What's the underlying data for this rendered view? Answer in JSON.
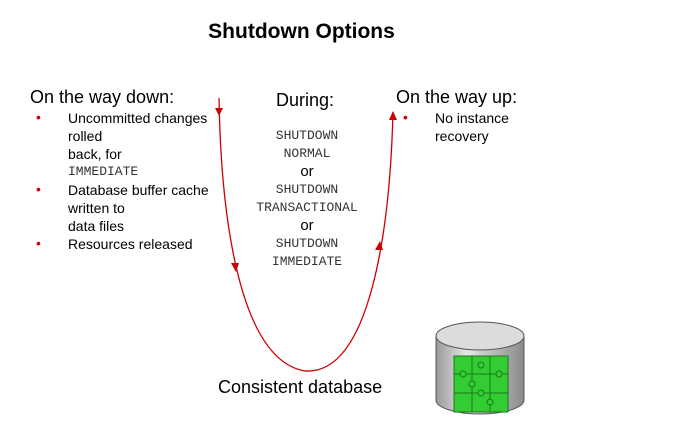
{
  "title": "Shutdown Options",
  "left": {
    "heading": "On the way down:",
    "items": [
      {
        "lines": [
          "Uncommitted changes",
          "rolled",
          "back, for"
        ],
        "mono": "IMMEDIATE"
      },
      {
        "lines": [
          "Database buffer cache",
          "written to",
          "data files"
        ],
        "mono": ""
      },
      {
        "lines": [
          "Resources released"
        ],
        "mono": ""
      }
    ]
  },
  "middle": {
    "heading": "During:",
    "option1": [
      "SHUTDOWN",
      "NORMAL"
    ],
    "or1": "or",
    "option2": [
      "SHUTDOWN",
      "TRANSACTIONAL"
    ],
    "or2": "or",
    "option3": [
      "SHUTDOWN",
      "IMMEDIATE"
    ]
  },
  "right": {
    "heading": "On the way up:",
    "items": [
      {
        "lines": [
          "No instance",
          "recovery"
        ]
      }
    ]
  },
  "bottom_label": "Consistent database",
  "colors": {
    "curve": "#cc0000",
    "bullet": "#cc0000",
    "db_body": "#cfcfcf",
    "db_puzzle": "#33cc33"
  },
  "icons": {
    "database": "database-cylinder-icon"
  }
}
